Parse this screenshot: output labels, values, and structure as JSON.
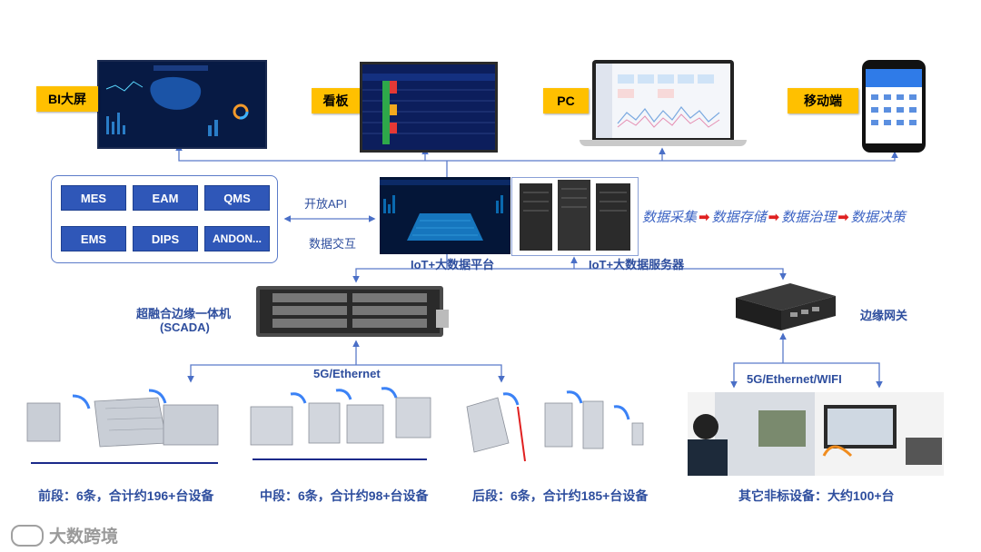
{
  "clients": [
    {
      "label": "BI大屏"
    },
    {
      "label": "看板"
    },
    {
      "label": "PC"
    },
    {
      "label": "移动端"
    }
  ],
  "systems": [
    "MES",
    "EAM",
    "QMS",
    "EMS",
    "DIPS",
    "ANDON..."
  ],
  "api": {
    "top": "开放API",
    "bottom": "数据交互"
  },
  "platform": {
    "label": "IoT+大数据平台",
    "server_label": "IoT+大数据服务器"
  },
  "flow": [
    "数据采集",
    "数据存储",
    "数据治理",
    "数据决策"
  ],
  "scada": {
    "line1": "超融合边缘一体机",
    "line2": "(SCADA)"
  },
  "gateway": {
    "label": "边缘网关"
  },
  "networks": {
    "left": "5G/Ethernet",
    "right": "5G/Ethernet/WIFI"
  },
  "segments": [
    {
      "label": "前段：6条，合计约196+台设备"
    },
    {
      "label": "中段：6条，合计约98+台设备"
    },
    {
      "label": "后段：6条，合计约185+台设备"
    },
    {
      "label": "其它非标设备：大约100+台"
    }
  ],
  "watermark": "大数跨境",
  "colors": {
    "accent": "#ffc000",
    "button": "#2f57b8",
    "line": "#5b7bc9",
    "text": "#2e4e9e",
    "arrow": "#e02020"
  }
}
